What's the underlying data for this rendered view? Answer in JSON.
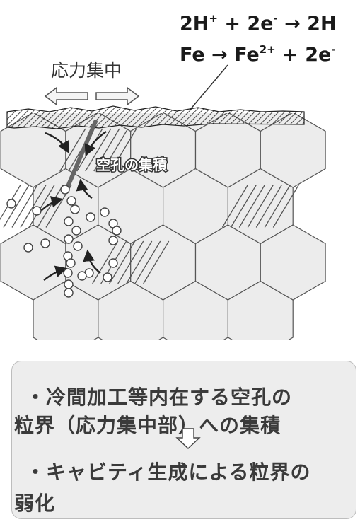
{
  "equations": {
    "line1": {
      "a": "2H",
      "a_sup": "+",
      "b": " + 2e",
      "b_sup": "-",
      "c": " → 2H"
    },
    "line2": {
      "a": "Fe → Fe",
      "a_sup": "2+",
      "b": " + 2e",
      "b_sup": "-"
    }
  },
  "labels": {
    "stress_concentration": "応力集中",
    "vacancy_accumulation": "空孔の集積"
  },
  "summary": {
    "line1": "・冷間加工等内在する空孔の",
    "line2": "粒界（応力集中部）への集積",
    "line3": "・キャビティ生成による粒界の",
    "line4": "弱化"
  },
  "colors": {
    "grain_fill": "#ececec",
    "grain_stroke": "#555555",
    "surface_hatch": "#333333",
    "box_fill": "#ededed",
    "text": "#3a3a3a"
  }
}
